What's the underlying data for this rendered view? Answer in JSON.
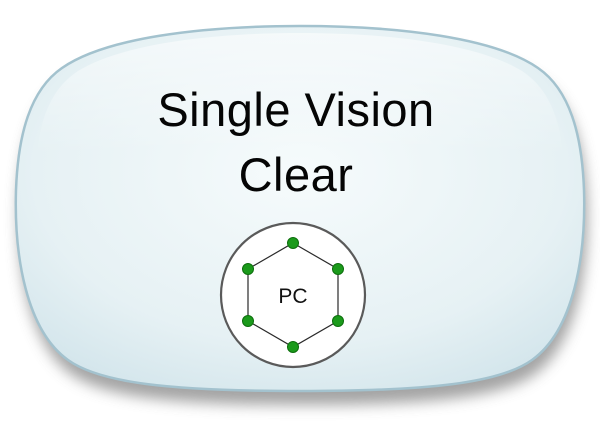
{
  "lens_card": {
    "title_line1": "Single Vision",
    "title_line2": "Clear",
    "material_badge": {
      "label": "PC"
    },
    "colors": {
      "lens_center": "#f6fbfc",
      "lens_mid": "#e6f1f4",
      "lens_edge": "#c9dfe7",
      "lens_border": "#a3c2ce",
      "shadow": "#8d8d8d",
      "hex_dot": "#1b9a1b",
      "hex_line": "#2a2a2a",
      "circle_fill": "#ffffff",
      "circle_border": "#5a5a5a",
      "text": "#050505"
    }
  }
}
